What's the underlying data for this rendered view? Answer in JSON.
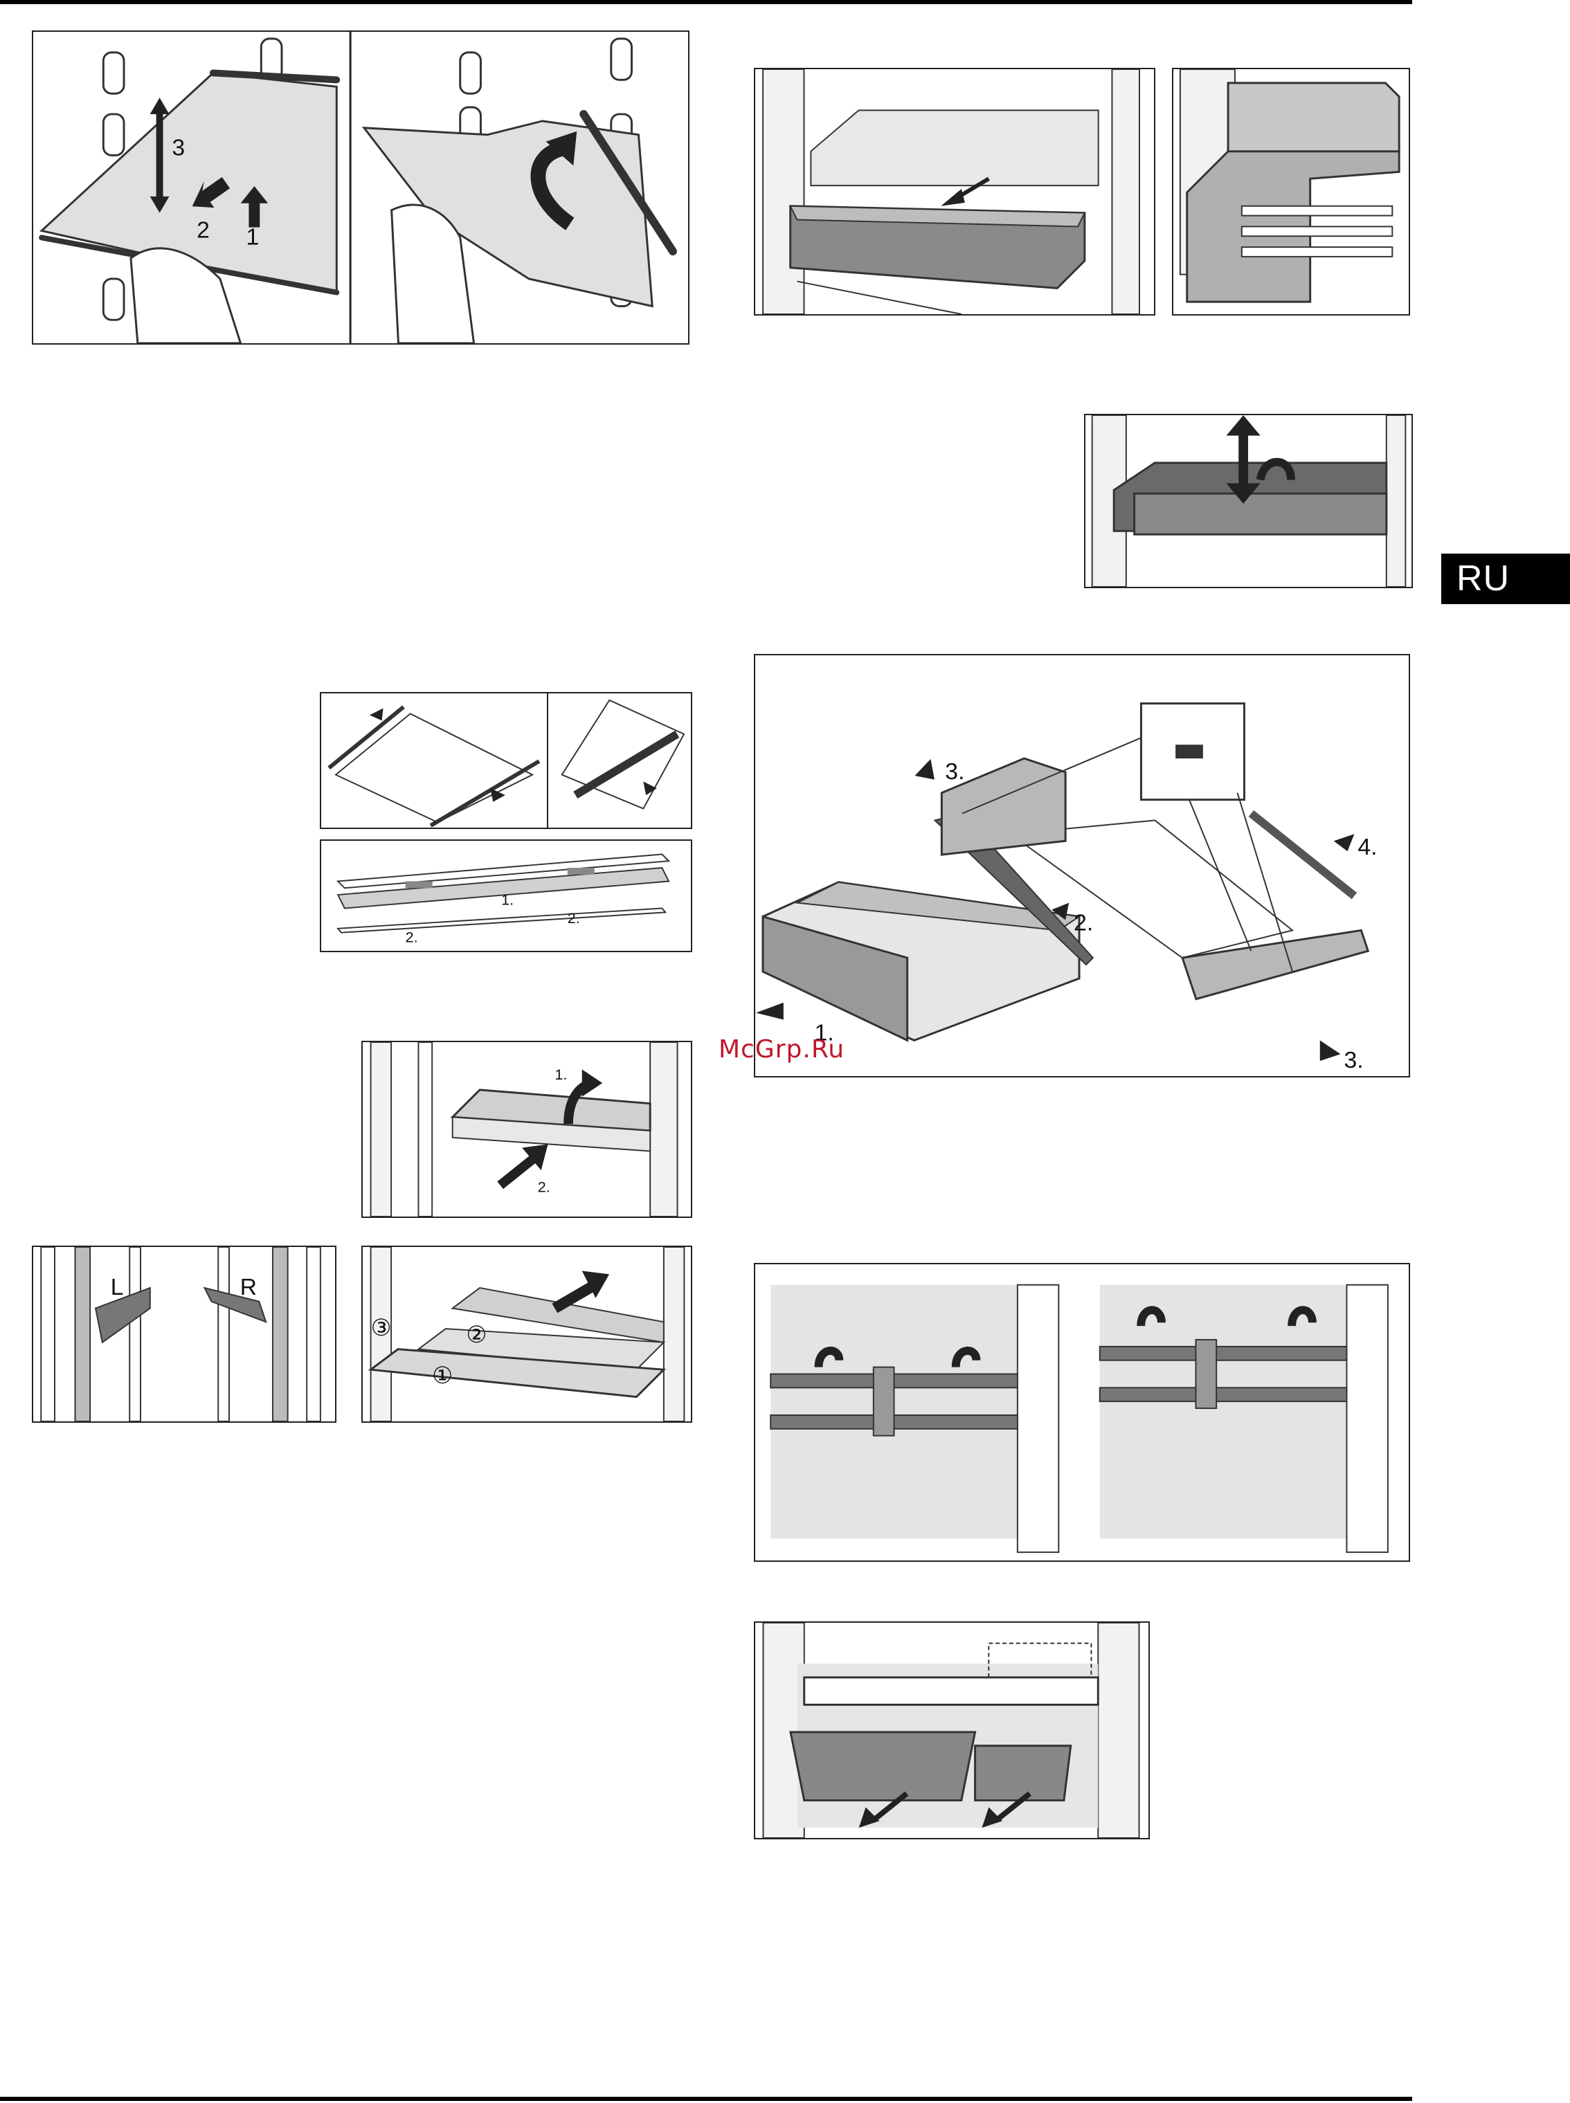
{
  "page": {
    "language_tab": "RU",
    "watermark": "McGrp.Ru"
  },
  "figures": {
    "shelf_removal": {
      "labels": [
        "3",
        "2",
        "1"
      ]
    },
    "shelf_tilt": {
      "labels": []
    },
    "drawer_pull": {
      "labels": []
    },
    "drawer_rail_detail": {
      "labels": []
    },
    "drawer_lift": {
      "labels": []
    },
    "glass_trim_a": {
      "labels": []
    },
    "glass_trim_b": {
      "labels": []
    },
    "rail_strip": {
      "labels": [
        "1.",
        "2.",
        "2."
      ]
    },
    "shelf_split": {
      "labels": [
        "1.",
        "2."
      ]
    },
    "support_lr": {
      "labels": [
        "L",
        "R"
      ]
    },
    "shelf_parts": {
      "labels": [
        "③",
        "②",
        "①"
      ]
    },
    "drawer_disassembly": {
      "labels": [
        "3.",
        "4.",
        "2.",
        "1.",
        "3."
      ]
    },
    "door_bar": {
      "labels": []
    },
    "door_bins": {
      "labels": []
    }
  }
}
